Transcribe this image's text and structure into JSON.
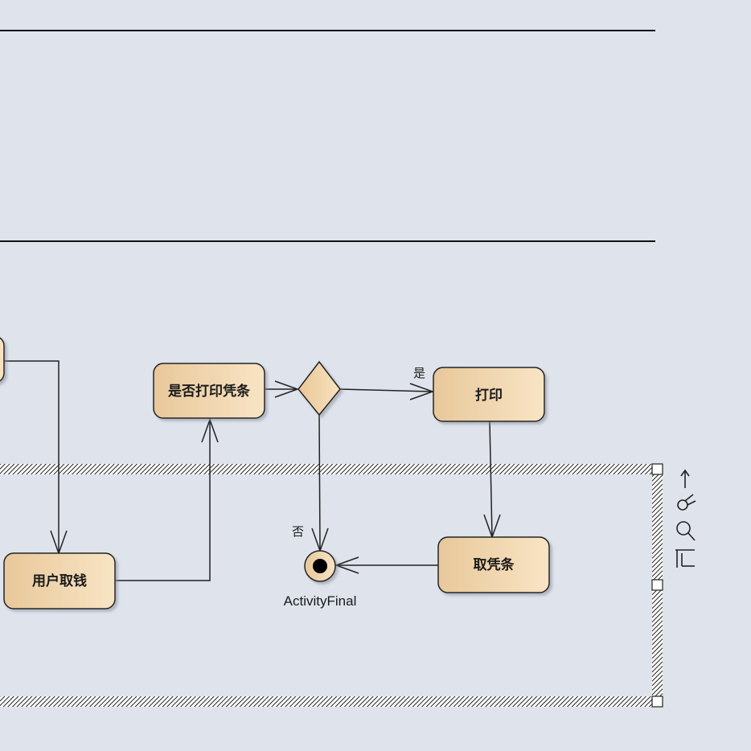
{
  "diagram": {
    "nodes": {
      "left_partial": "",
      "decision_question": "是否打印凭条",
      "print": "打印",
      "user_take_money": "用户取钱",
      "take_receipt": "取凭条"
    },
    "edge_labels": {
      "yes": "是",
      "no": "否"
    },
    "final_node_label": "ActivityFinal",
    "toolbar_icons": [
      "arrow-up-icon",
      "hand-pointer-icon",
      "magnifier-icon",
      "lines-icon"
    ]
  },
  "colors": {
    "background": "#dfe3ec",
    "node_fill_start": "#e8c89a",
    "node_fill_end": "#f7e3c2",
    "stroke": "#222222"
  }
}
